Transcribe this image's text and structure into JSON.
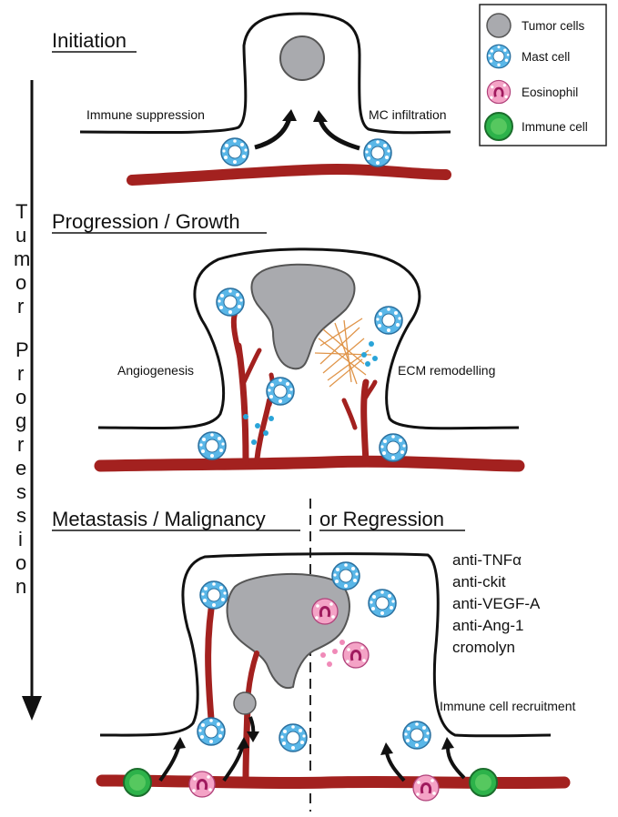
{
  "legend": {
    "items": [
      {
        "label": "Tumor cells",
        "icon": "tumor-cell-icon",
        "color": "#a9aaae"
      },
      {
        "label": "Mast cell",
        "icon": "mast-cell-icon",
        "color": "#5ab7e8"
      },
      {
        "label": "Eosinophil",
        "icon": "eosinophil-icon",
        "color": "#f4a3c6"
      },
      {
        "label": "Immune cell",
        "icon": "immune-cell-icon",
        "color": "#2db24a"
      }
    ]
  },
  "axis": {
    "label": "Tumor Progression",
    "letters": [
      "T",
      "u",
      "m",
      "o",
      "r",
      "P",
      "r",
      "o",
      "g",
      "r",
      "e",
      "s",
      "s",
      "i",
      "o",
      "n"
    ]
  },
  "stages": {
    "initiation": {
      "title": "Initiation",
      "left_label": "Immune suppression",
      "right_label": "MC infiltration"
    },
    "progression": {
      "title": "Progression / Growth",
      "left_label": "Angiogenesis",
      "right_label": "ECM remodelling"
    },
    "metastasis": {
      "title": "Metastasis / Malignancy",
      "alt_title": "or Regression",
      "right_label": "Immune cell recruitment",
      "treatments": [
        "anti-TNFα",
        "anti-ckit",
        "anti-VEGF-A",
        "anti-Ang-1",
        "cromolyn"
      ]
    }
  },
  "colors": {
    "vessel": "#a3211f",
    "mast": "#5ab7e8",
    "eosinophil": "#f4a3c6",
    "immune": "#2db24a",
    "tumor": "#a9aaae",
    "ecm": "#e0954a"
  }
}
